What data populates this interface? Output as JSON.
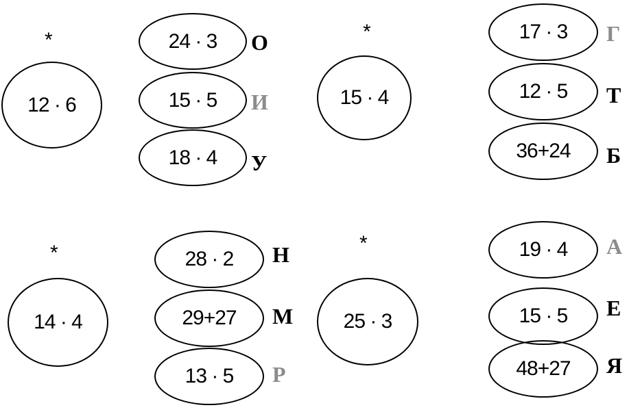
{
  "colors": {
    "dark": "#000000",
    "gray": "#8c8c8c"
  },
  "groups": [
    {
      "star": "*",
      "source": "12 · 6",
      "options": [
        {
          "expr": "24 · 3",
          "letter": "О",
          "color": "dark"
        },
        {
          "expr": "15 · 5",
          "letter": "И",
          "color": "gray"
        },
        {
          "expr": "18 · 4",
          "letter": "У",
          "color": "dark"
        }
      ]
    },
    {
      "star": "*",
      "source": "15 · 4",
      "options": [
        {
          "expr": "17 · 3",
          "letter": "Г",
          "color": "gray"
        },
        {
          "expr": "12 · 5",
          "letter": "Т",
          "color": "dark"
        },
        {
          "expr": "36+24",
          "letter": "Б",
          "color": "dark"
        }
      ]
    },
    {
      "star": "*",
      "source": "14 · 4",
      "options": [
        {
          "expr": "28 · 2",
          "letter": "Н",
          "color": "dark"
        },
        {
          "expr": "29+27",
          "letter": "М",
          "color": "dark"
        },
        {
          "expr": "13 · 5",
          "letter": "Р",
          "color": "gray"
        }
      ]
    },
    {
      "star": "*",
      "source": "25 · 3",
      "options": [
        {
          "expr": "19 · 4",
          "letter": "А",
          "color": "gray"
        },
        {
          "expr": "15 · 5",
          "letter": "Е",
          "color": "dark"
        },
        {
          "expr": "48+27",
          "letter": "Я",
          "color": "dark"
        }
      ]
    }
  ]
}
